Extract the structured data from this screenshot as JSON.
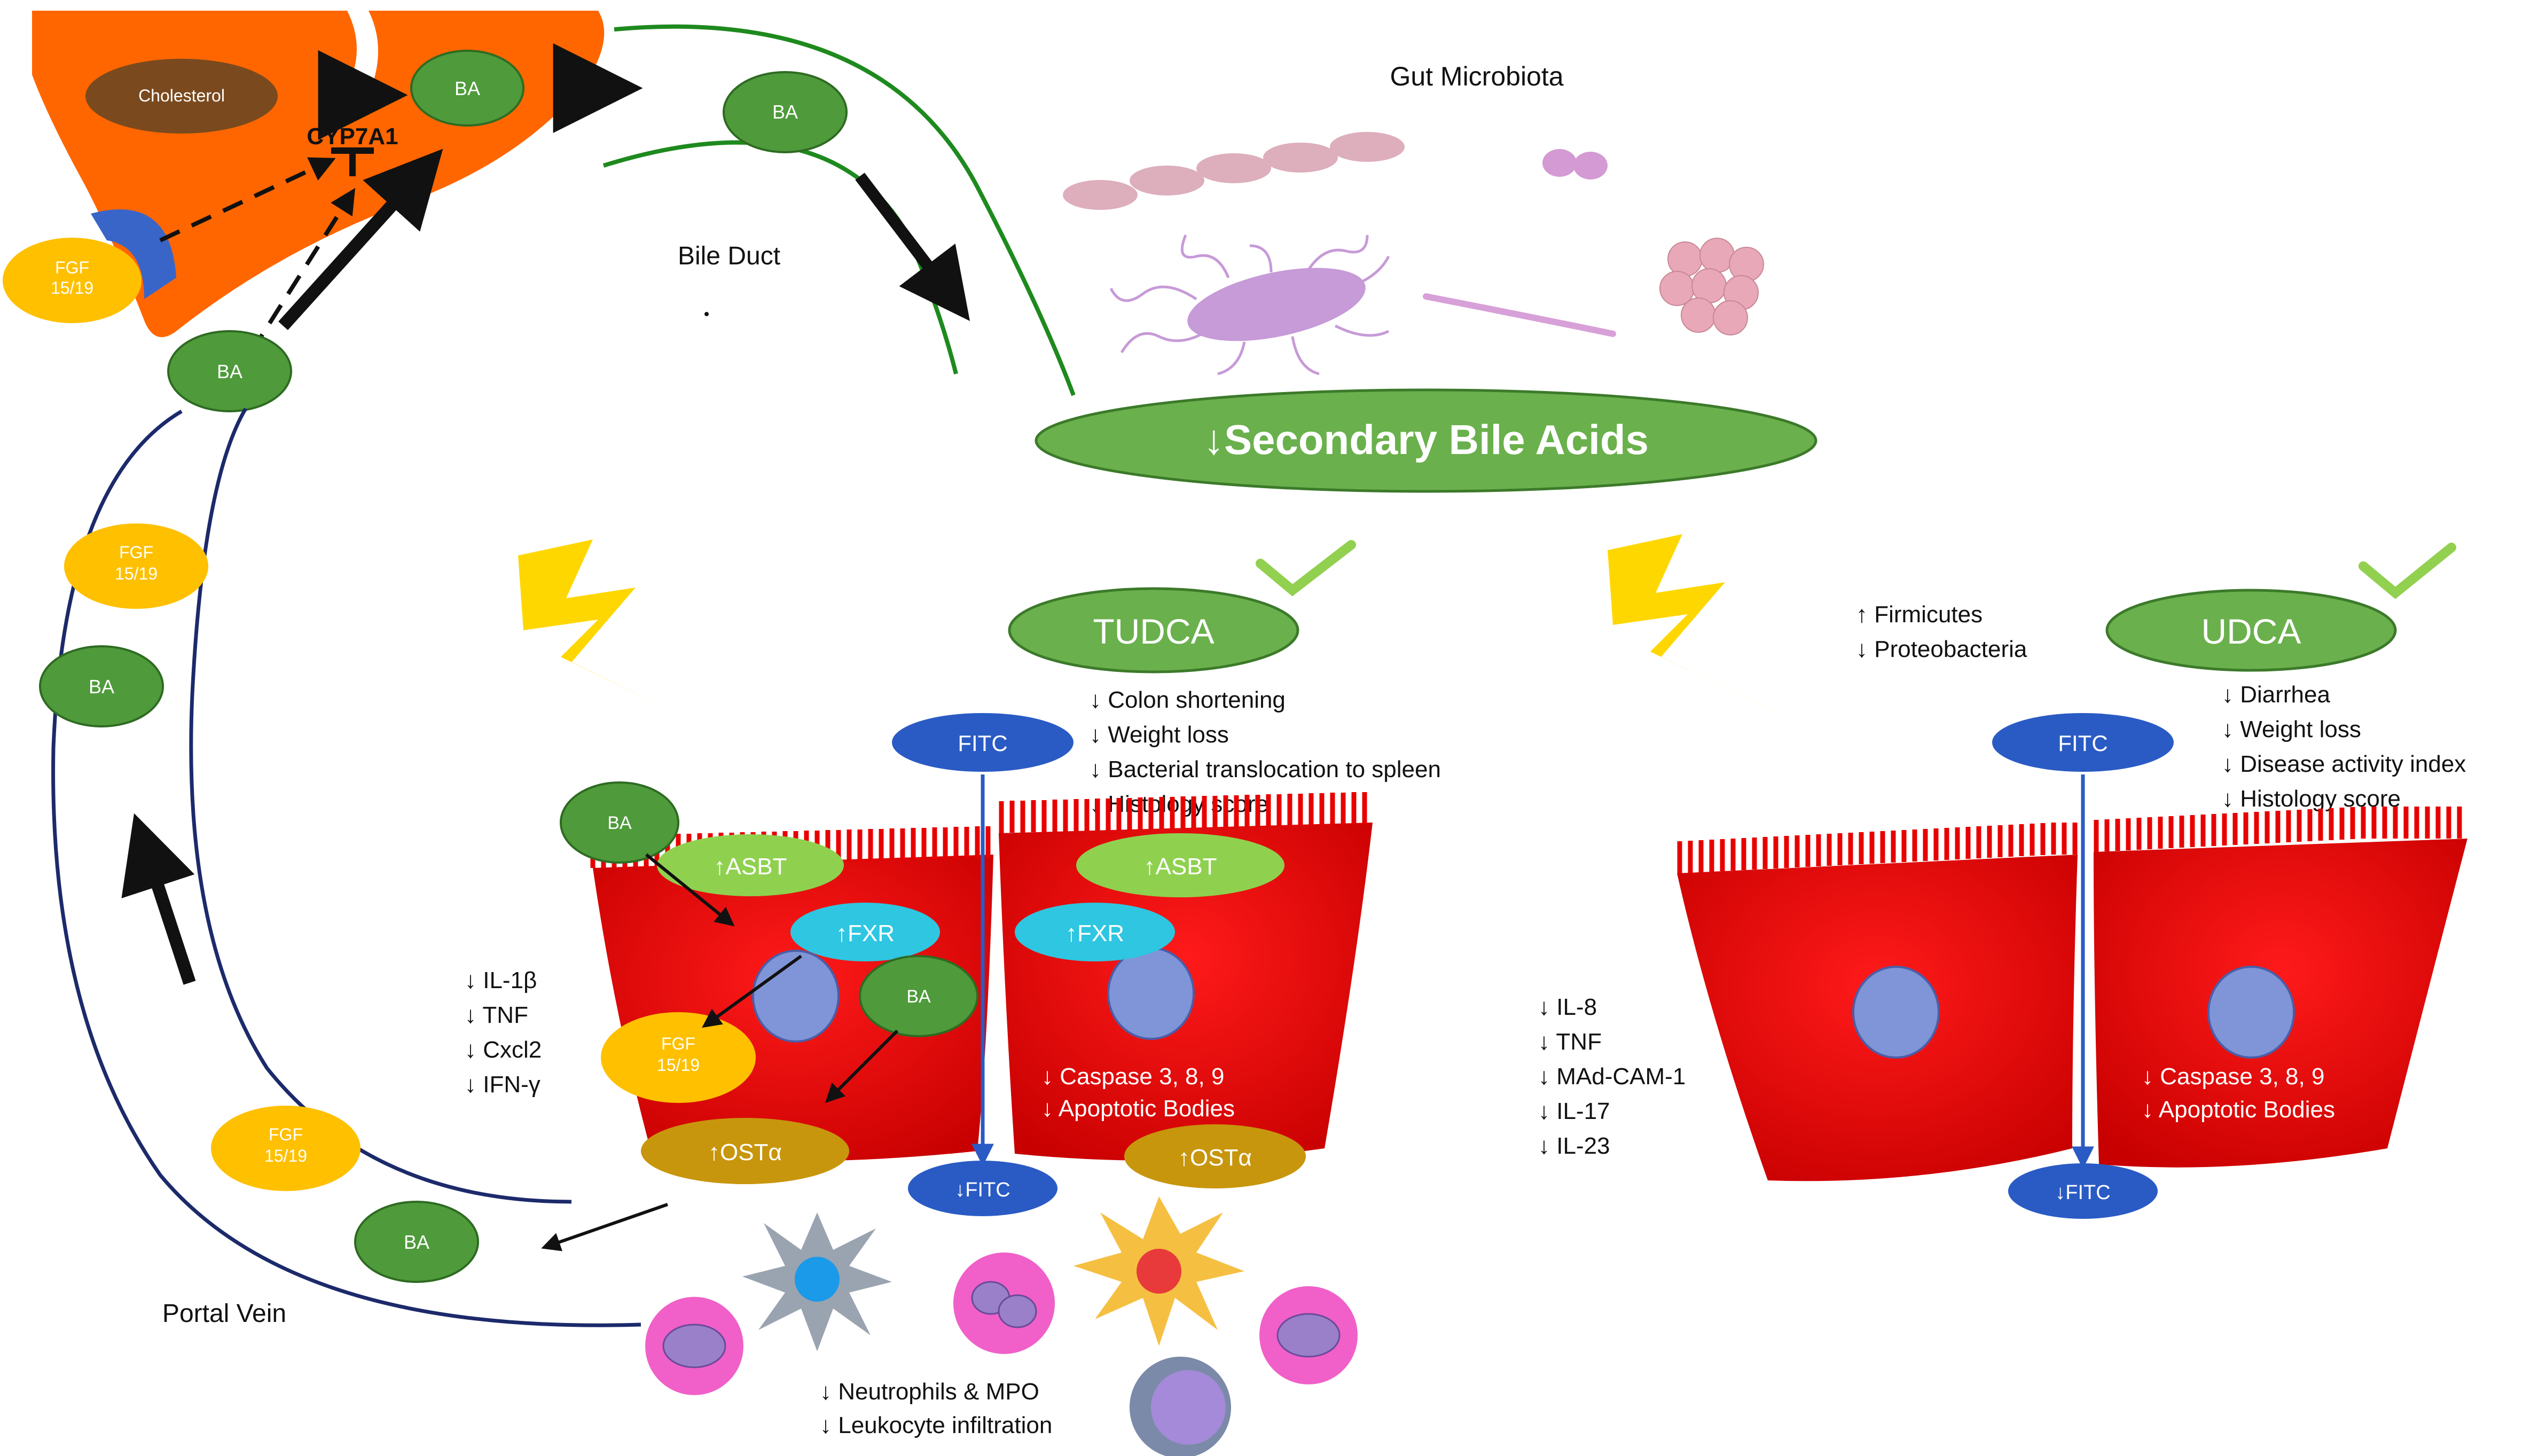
{
  "labels": {
    "cholesterol": "Cholesterol",
    "ba": "BA",
    "cyp7a1": "CYP7A1",
    "fgf": "FGF 15/19",
    "bile_duct": "Bile Duct",
    "gut_microbiota": "Gut Microbiota",
    "secondary_bile_acids": "↓Secondary Bile Acids",
    "portal_vein": "Portal Vein",
    "tudca": "TUDCA",
    "udca": "UDCA",
    "fitc": "FITC",
    "fitc_down": "↓FITC",
    "asbt_up": "↑ASBT",
    "fxr_up": "↑FXR",
    "ost_up": "↑OSTα"
  },
  "tudca_effects": [
    "↓ Colon shortening",
    "↓ Weight loss",
    "↓ Bacterial translocation to spleen",
    "↓ Histology score"
  ],
  "tudca_cytokines": [
    "↓ IL-1β",
    "↓ TNF",
    "↓ Cxcl2",
    "↓ IFN-γ"
  ],
  "tudca_apoptosis": [
    "↓ Caspase 3, 8, 9",
    "↓ Apoptotic Bodies"
  ],
  "immune_effects": [
    "↓ Neutrophils & MPO",
    "↓ Leukocyte infiltration"
  ],
  "microbiota_shift": [
    "↑ Firmicutes",
    "↓ Proteobacteria"
  ],
  "udca_effects": [
    "↓ Diarrhea",
    "↓ Weight loss",
    "↓ Disease activity index",
    "↓ Histology score"
  ],
  "udca_cytokines": [
    "↓ IL-8",
    "↓ TNF",
    "↓ MAd-CAM-1",
    "↓ IL-17",
    "↓ IL-23"
  ],
  "udca_apoptosis": [
    "↓ Caspase 3, 8, 9",
    "↓ Apoptotic Bodies"
  ],
  "colors": {
    "liver": "#ff6600",
    "ba_green": "#4f9a3b",
    "fgf_yellow": "#ffc000",
    "cell_red": "#e80000",
    "fitc_blue": "#2a5bc4",
    "asbt_green": "#8fd14f",
    "fxr_cyan": "#2ec6e0",
    "ost_gold": "#c8960c",
    "vein_navy": "#1c2a6b",
    "duct_green": "#1e8a1e",
    "check_green": "#92d050",
    "lightning": "#ffd700"
  }
}
